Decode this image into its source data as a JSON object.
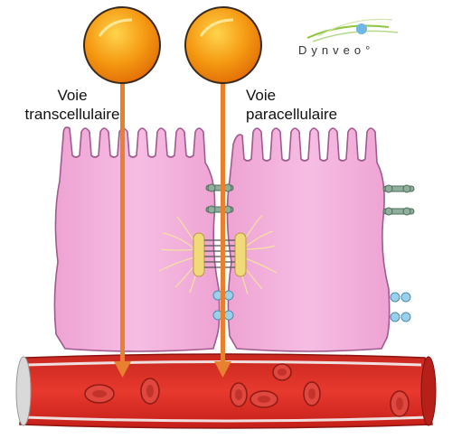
{
  "labels": {
    "transcellular_line1": "Voie",
    "transcellular_line2": "transcellulaire",
    "paracellular_line1": "Voie",
    "paracellular_line2": "paracellulaire"
  },
  "logo": {
    "text": "Dynveo°"
  },
  "colors": {
    "cell_fill": "#f3b1dc",
    "cell_stroke": "#a05a8e",
    "molecule": "#f29a0e",
    "arrow": "#e8812f",
    "vessel": "#d8281e",
    "red_cell": "#e0473e",
    "junction_green": "#8fae9c",
    "junction_blue": "#9ad0ea",
    "desmosome_yellow": "#f1da7a"
  },
  "icons": {
    "molecule": "sphere-icon",
    "tight_junction": "junction-icon",
    "gap_junction": "channel-icon",
    "red_blood_cell": "erythrocyte-icon"
  }
}
